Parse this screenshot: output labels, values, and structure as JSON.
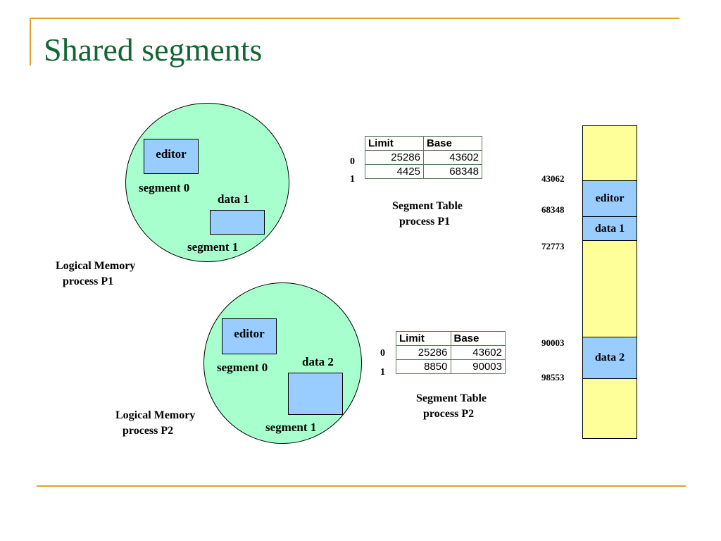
{
  "title": "Shared segments",
  "colors": {
    "title": "#116633",
    "accent_line": "#e0a030",
    "circle_fill": "#a6ffcc",
    "segment_fill": "#99ccff",
    "physical_memory_fill": "#ffff99"
  },
  "process_p1": {
    "segments": [
      {
        "box_label": "editor",
        "name": "segment 0"
      },
      {
        "box_label": "data 1",
        "name": "segment 1"
      }
    ],
    "caption": [
      "Logical Memory",
      "process P1"
    ],
    "segment_table": {
      "headers": [
        "Limit",
        "Base"
      ],
      "rows": [
        {
          "index": "0",
          "limit": "25286",
          "base": "43602"
        },
        {
          "index": "1",
          "limit": "4425",
          "base": "68348"
        }
      ],
      "caption": [
        "Segment Table",
        "process P1"
      ]
    }
  },
  "process_p2": {
    "segments": [
      {
        "box_label": "editor",
        "name": "segment 0"
      },
      {
        "box_label": "data 2",
        "name": "segment 1"
      }
    ],
    "caption": [
      "Logical Memory",
      "process P2"
    ],
    "segment_table": {
      "headers": [
        "Limit",
        "Base"
      ],
      "rows": [
        {
          "index": "0",
          "limit": "25286",
          "base": "43602"
        },
        {
          "index": "1",
          "limit": "8850",
          "base": "90003"
        }
      ],
      "caption": [
        "Segment Table",
        "process P2"
      ]
    }
  },
  "physical_memory": {
    "segments": [
      "editor",
      "data 1",
      "data 2"
    ],
    "addresses": [
      "43062",
      "68348",
      "72773",
      "90003",
      "98553"
    ]
  }
}
